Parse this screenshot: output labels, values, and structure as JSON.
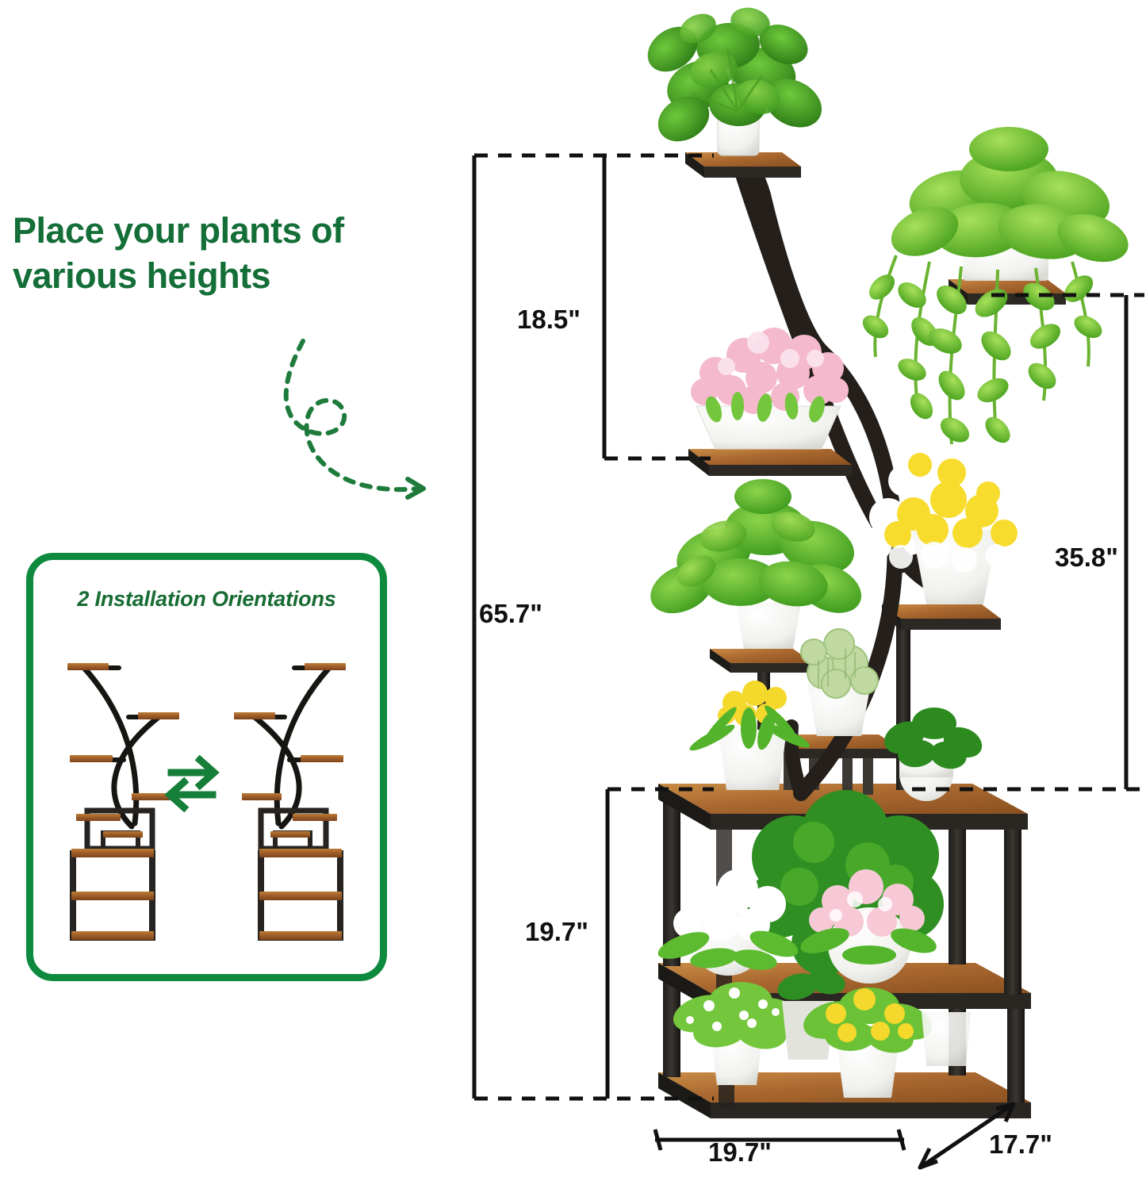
{
  "headline": {
    "line1": "Place your plants of",
    "line2": "various heights",
    "color": "#146E37"
  },
  "decor": {
    "arrow_icon": "curved-dashed-arrow",
    "arrow_color": "#1E7B3C"
  },
  "orientation_panel": {
    "title": "2 Installation Orientations",
    "border_color": "#0E8A3E",
    "title_color": "#176B33",
    "swap_icon": "swap-arrows-icon",
    "swap_icon_color": "#157F39",
    "variants": [
      {
        "name": "orientation-left",
        "label": ""
      },
      {
        "name": "orientation-right",
        "label": ""
      }
    ]
  },
  "product": {
    "name": "6-tier corner plant stand",
    "wood_color": "#9A5A26",
    "wood_light": "#B5742F",
    "metal_color": "#2D2A27",
    "pot_color": "#F4F4F2"
  },
  "dimensions": {
    "top_tier_height": "18.5\"",
    "total_height": "65.7\"",
    "upper_section_height": "35.8\"",
    "base_section_height": "19.7\"",
    "base_width": "19.7\"",
    "base_depth": "17.7\""
  }
}
